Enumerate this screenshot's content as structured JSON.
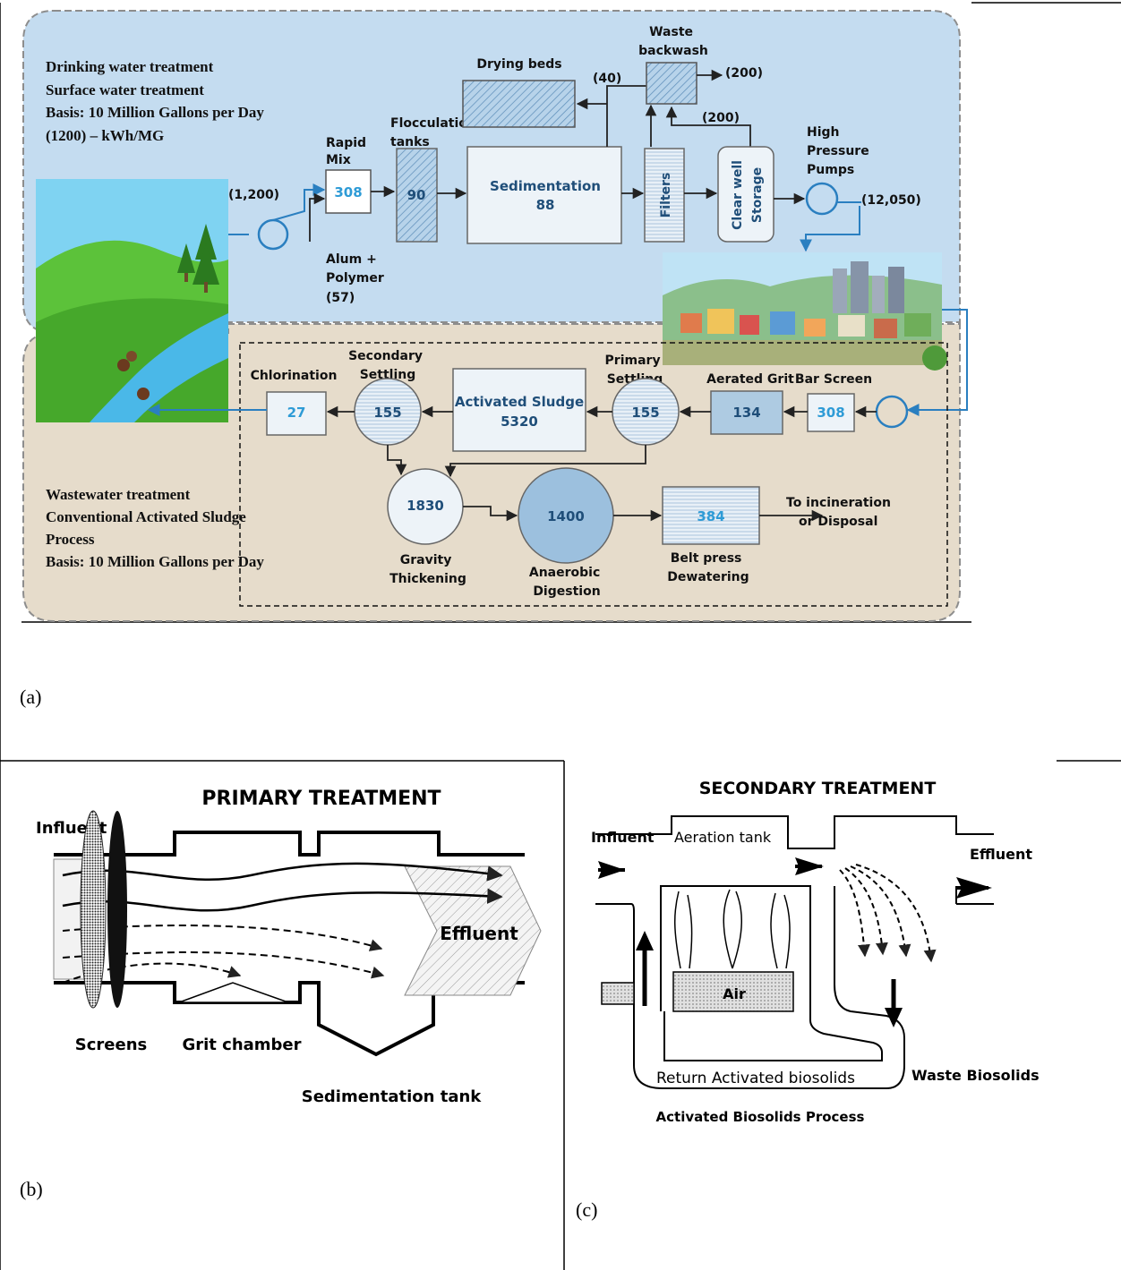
{
  "panel_a": {
    "caption": "(a)",
    "drinking": {
      "title_lines": [
        "Drinking water treatment",
        "Surface water treatment",
        "Basis: 10 Million Gallons per Day",
        "(1200) – kWh/MG"
      ],
      "intake_flow": "(1,200)",
      "rapid_mix_label": [
        "Rapid",
        "Mix"
      ],
      "rapid_mix_value": "308",
      "alum_label": [
        "Alum +",
        "Polymer",
        "(57)"
      ],
      "flocculation_label": [
        "Flocculation",
        "tanks"
      ],
      "flocculation_value": "90",
      "sedimentation_label": "Sedimentation",
      "sedimentation_value": "88",
      "drying_beds_label": "Drying beds",
      "drying_flow": "(40)",
      "waste_backwash_label": [
        "Waste",
        "backwash"
      ],
      "backwash_out": "(200)",
      "backwash_in": "(200)",
      "filters_label": "Filters",
      "clearwell_label": [
        "Clear well",
        "Storage"
      ],
      "pumps_label": [
        "High",
        "Pressure",
        "Pumps"
      ],
      "pumps_value": "(12,050)"
    },
    "wastewater": {
      "title_lines": [
        "Wastewater treatment",
        "Conventional Activated Sludge",
        "Process",
        "Basis: 10 Million Gallons per Day"
      ],
      "chlorination_label": "Chlorination",
      "chlorination_value": "27",
      "secondary_label": [
        "Secondary",
        "Settling"
      ],
      "secondary_value": "155",
      "activated_label": "Activated Sludge",
      "activated_value": "5320",
      "primary_label": [
        "Primary",
        "Settling"
      ],
      "primary_value": "155",
      "grit_label": "Aerated Grit",
      "grit_value": "134",
      "bar_label": "Bar Screen",
      "bar_value": "308",
      "thickening_value": "1830",
      "thickening_label": [
        "Gravity",
        "Thickening"
      ],
      "digestion_value": "1400",
      "digestion_label": [
        "Anaerobic",
        "Digestion"
      ],
      "beltpress_value": "384",
      "beltpress_label": [
        "Belt press",
        "Dewatering"
      ],
      "disposal_label": [
        "To incineration",
        "or Disposal"
      ]
    }
  },
  "panel_b": {
    "caption": "(b)",
    "title": "PRIMARY  TREATMENT",
    "influent": "Influent",
    "effluent": "Effluent",
    "screens": "Screens",
    "grit_chamber": "Grit chamber",
    "sedimentation_tank": "Sedimentation tank"
  },
  "panel_c": {
    "caption": "(c)",
    "title": "SECONDARY   TREATMENT",
    "influent": "Influent",
    "aeration_tank": "Aeration tank",
    "effluent": "Effluent",
    "air": "Air",
    "return_label": "Return Activated biosolids",
    "waste_label": "Waste Biosolids",
    "process_label": "Activated Biosolids Process"
  },
  "colors": {
    "drinking_bg": "#c4dcf0",
    "wastewater_bg": "#e6dccb",
    "value_blue": "#2e9bd6",
    "value_dark": "#1f4e79",
    "box_light": "#edf3f8",
    "grit_fill": "#aecbe2",
    "digestion_fill": "#9cc0de"
  }
}
